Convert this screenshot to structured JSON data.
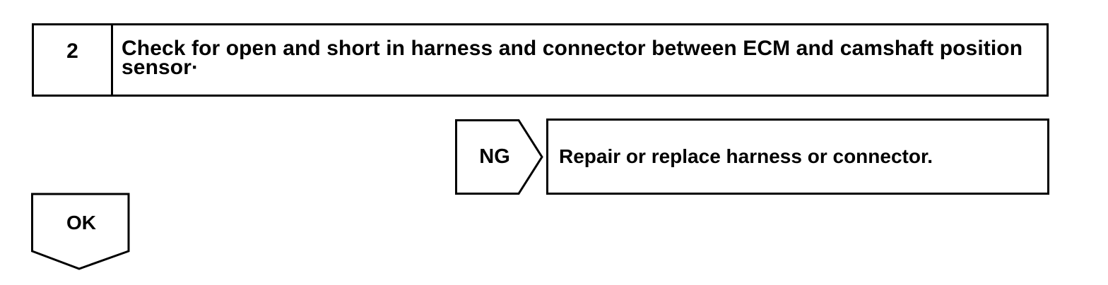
{
  "step": {
    "number": "2",
    "text": "Check for open and short in harness and connector between ECM and camshaft position sensor·"
  },
  "ng_branch": {
    "label": "NG",
    "result": "Repair or replace harness or connector."
  },
  "ok_branch": {
    "label": "OK"
  }
}
